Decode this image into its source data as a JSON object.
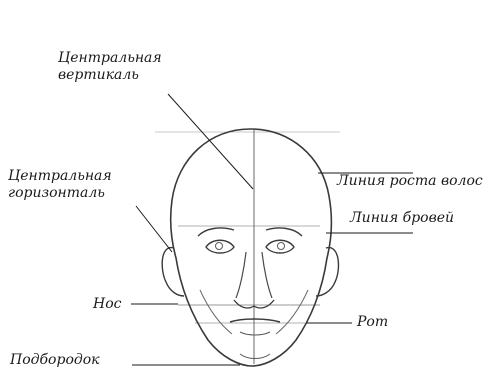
{
  "labels": {
    "central_vertical": [
      "Центральная",
      "вертикаль"
    ],
    "hairline": "Линия роста волос",
    "central_horizontal": [
      "Центральная",
      "горизонталь"
    ],
    "brow_line": "Линия бровей",
    "nose": "Нос",
    "mouth": "Рот",
    "chin": "Подбородок"
  },
  "colors": {
    "ink": "#1a1a1a",
    "sketch": "#3a3a3a",
    "guide": "#9a9a9a"
  }
}
